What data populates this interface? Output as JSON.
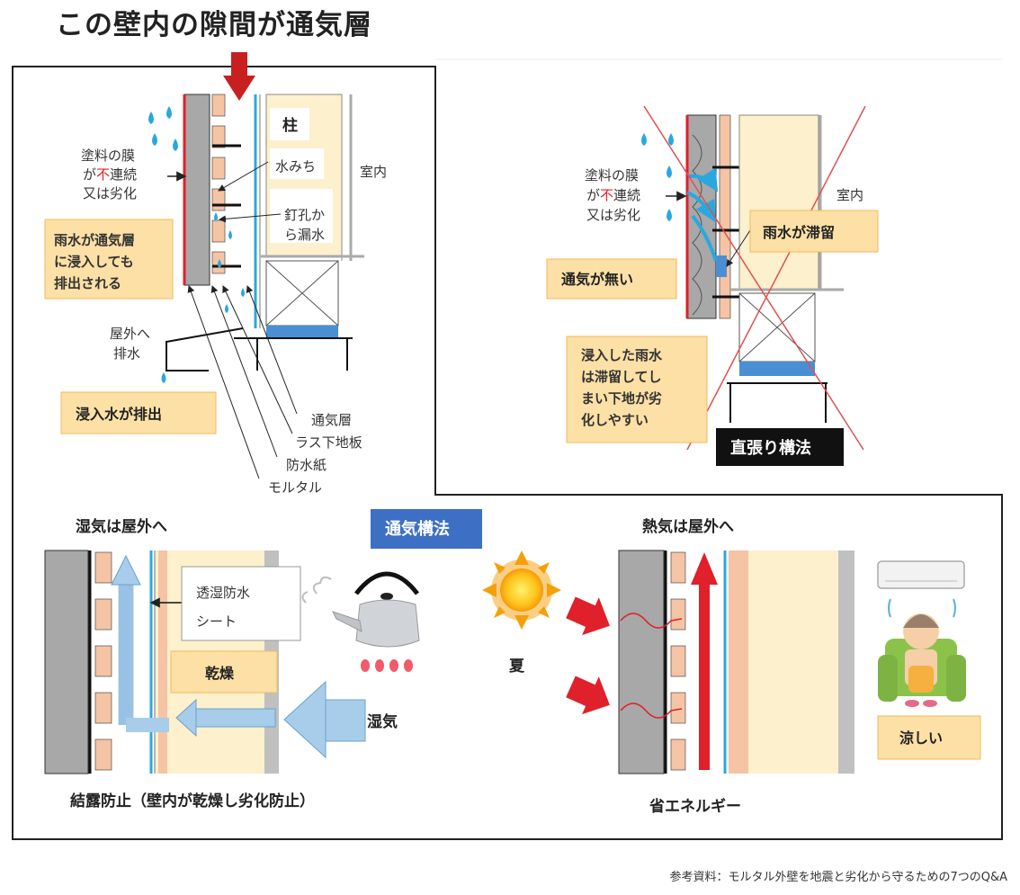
{
  "title": "この壁内の隙間が通気層",
  "reference": "参考資料：モルタル外壁を地震と劣化から守るための7つのQ&A",
  "colors": {
    "frame": "#222222",
    "callout_bg": "#fce0a6",
    "callout_border": "#f5b95a",
    "wall_gray": "#a8a8a8",
    "board_pink": "#f4c4a4",
    "insulation_cream": "#fdf0cc",
    "water_blue": "#29a8e0",
    "arrow_red": "#e0202a",
    "air_arrow": "#a8cdea",
    "tag_blue": "#3d6fc4",
    "tag_black": "#111111"
  },
  "upper_left": {
    "label_paint_film": [
      "塗料の膜",
      "が",
      "不",
      "連続",
      "又は劣化"
    ],
    "pillar": "柱",
    "water_path": "水みち",
    "nail_hole": [
      "釘孔か",
      "ら漏水"
    ],
    "indoor": "室内",
    "callout_rain": [
      "雨水が通気層",
      "に浸入しても",
      "排出される"
    ],
    "drain_outside": [
      "屋外へ",
      "排水"
    ],
    "callout_drain": "浸入水が排出",
    "layers": [
      "通気層",
      "ラス下地板",
      "防水紙",
      "モルタル"
    ]
  },
  "upper_right": {
    "label_paint_film": [
      "塗料の膜",
      "が",
      "不",
      "連続",
      "又は劣化"
    ],
    "indoor": "室内",
    "callout_stagnant": "雨水が滞留",
    "callout_no_vent": "通気が無い",
    "callout_deteriorate": [
      "浸入した雨水",
      "は滞留してし",
      "まい下地が劣",
      "化しやすい"
    ],
    "tag_direct": "直張り構法"
  },
  "lower": {
    "tag_vent_method": "通気構法",
    "left_heading": "湿気は屋外へ",
    "sheet_label": [
      "透湿防水",
      "シート"
    ],
    "dry": "乾燥",
    "humidity": "湿気",
    "left_caption": "結露防止（壁内が乾燥し劣化防止）",
    "summer": "夏",
    "right_heading": "熱気は屋外へ",
    "cool": "涼しい",
    "right_caption": "省エネルギー"
  }
}
